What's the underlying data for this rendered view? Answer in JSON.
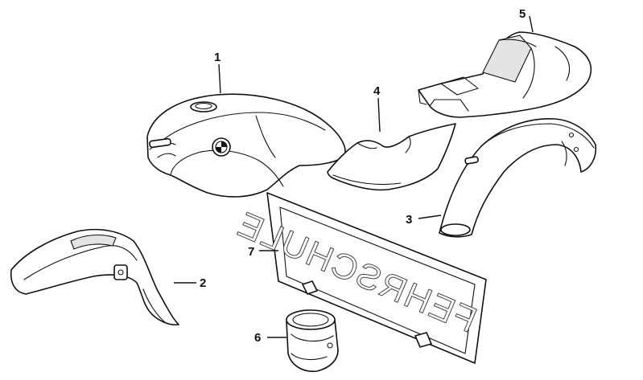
{
  "diagram": {
    "callouts": [
      {
        "number": "1",
        "part": "fuel-tank"
      },
      {
        "number": "2",
        "part": "front-mudguard"
      },
      {
        "number": "3",
        "part": "rear-mudguard"
      },
      {
        "number": "4",
        "part": "side-cover"
      },
      {
        "number": "5",
        "part": "seat-tail-section"
      },
      {
        "number": "6",
        "part": "filler-neck-ring"
      },
      {
        "number": "7",
        "part": "plate-holder"
      }
    ],
    "plate_text": "FEHRSCHULE",
    "colors": {
      "line": "#111111",
      "background": "#ffffff"
    }
  }
}
